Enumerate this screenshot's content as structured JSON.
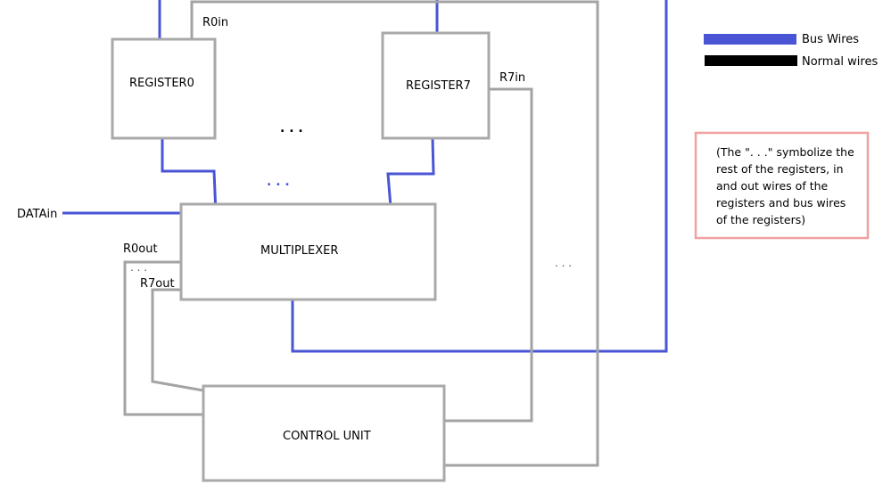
{
  "blocks": {
    "register0": "REGISTER0",
    "register7": "REGISTER7",
    "multiplexer": "MULTIPLEXER",
    "control_unit": "CONTROL UNIT"
  },
  "signals": {
    "r0in": "R0in",
    "r7in": "R7in",
    "datain": "DATAin",
    "r0out": "R0out",
    "r7out": "R7out"
  },
  "ellipses": {
    "between_registers": ". . .",
    "bus_dots": ". . .",
    "out_dots": ". . .",
    "right_dots": ". . ."
  },
  "legend": {
    "bus_label": "Bus Wires",
    "normal_label": "Normal wires",
    "bus_color": "#4a55d6",
    "normal_color": "#000000"
  },
  "note": {
    "lines": [
      "(The \". . .\" symbolize the",
      "rest of the registers, in",
      "and out wires of the",
      "registers and bus wires",
      "of the registers)"
    ]
  }
}
